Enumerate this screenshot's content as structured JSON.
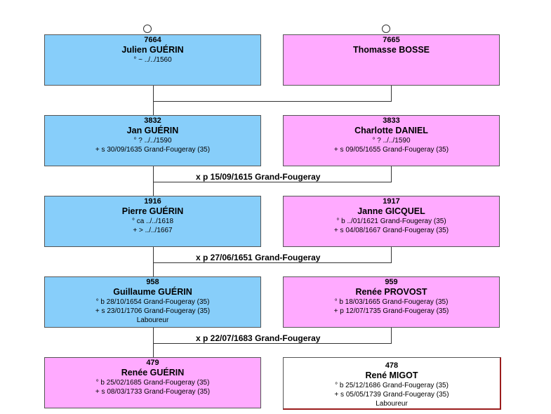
{
  "persons": {
    "p7664": {
      "sosa": "7664",
      "name": "Julien GUÉRIN",
      "lines": [
        "° ~ ../../1560"
      ]
    },
    "p7665": {
      "sosa": "7665",
      "name": "Thomasse BOSSE",
      "lines": []
    },
    "p3832": {
      "sosa": "3832",
      "name": "Jan GUÉRIN",
      "lines": [
        "° ? ../../1590",
        "+ s 30/09/1635 Grand-Fougeray (35)"
      ]
    },
    "p3833": {
      "sosa": "3833",
      "name": "Charlotte DANIEL",
      "lines": [
        "° ? ../../1590",
        "+ s 09/05/1655 Grand-Fougeray (35)"
      ]
    },
    "p1916": {
      "sosa": "1916",
      "name": "Pierre GUÉRIN",
      "lines": [
        "° ca ../../1618",
        "+ > ../../1667"
      ]
    },
    "p1917": {
      "sosa": "1917",
      "name": "Janne GICQUEL",
      "lines": [
        "° b ../01/1621 Grand-Fougeray (35)",
        "+ s 04/08/1667 Grand-Fougeray (35)"
      ]
    },
    "p958": {
      "sosa": "958",
      "name": "Guillaume GUÉRIN",
      "lines": [
        "° b 28/10/1654 Grand-Fougeray (35)",
        "+ s 23/01/1706 Grand-Fougeray (35)",
        "Laboureur"
      ]
    },
    "p959": {
      "sosa": "959",
      "name": "Renée PROVOST",
      "lines": [
        "° b 18/03/1665 Grand-Fougeray (35)",
        "+ p 12/07/1735 Grand-Fougeray (35)"
      ]
    },
    "p479": {
      "sosa": "479",
      "name": "Renée GUÉRIN",
      "lines": [
        "° b 25/02/1685 Grand-Fougeray (35)",
        "+ s 08/03/1733 Grand-Fougeray (35)"
      ]
    },
    "p478": {
      "sosa": "478",
      "name": "René MIGOT",
      "lines": [
        "° b 25/12/1686 Grand-Fougeray (35)",
        "+ s 05/05/1739 Grand-Fougeray (35)",
        "Laboureur"
      ]
    }
  },
  "marriages": {
    "m1": "x p 15/09/1615 Grand-Fougeray",
    "m2": "x p 27/06/1651 Grand-Fougeray",
    "m3": "x p 22/07/1683 Grand-Fougeray"
  },
  "colors": {
    "male": "#87cefa",
    "female": "#ffaaff",
    "unrelated": "#ffffff"
  }
}
